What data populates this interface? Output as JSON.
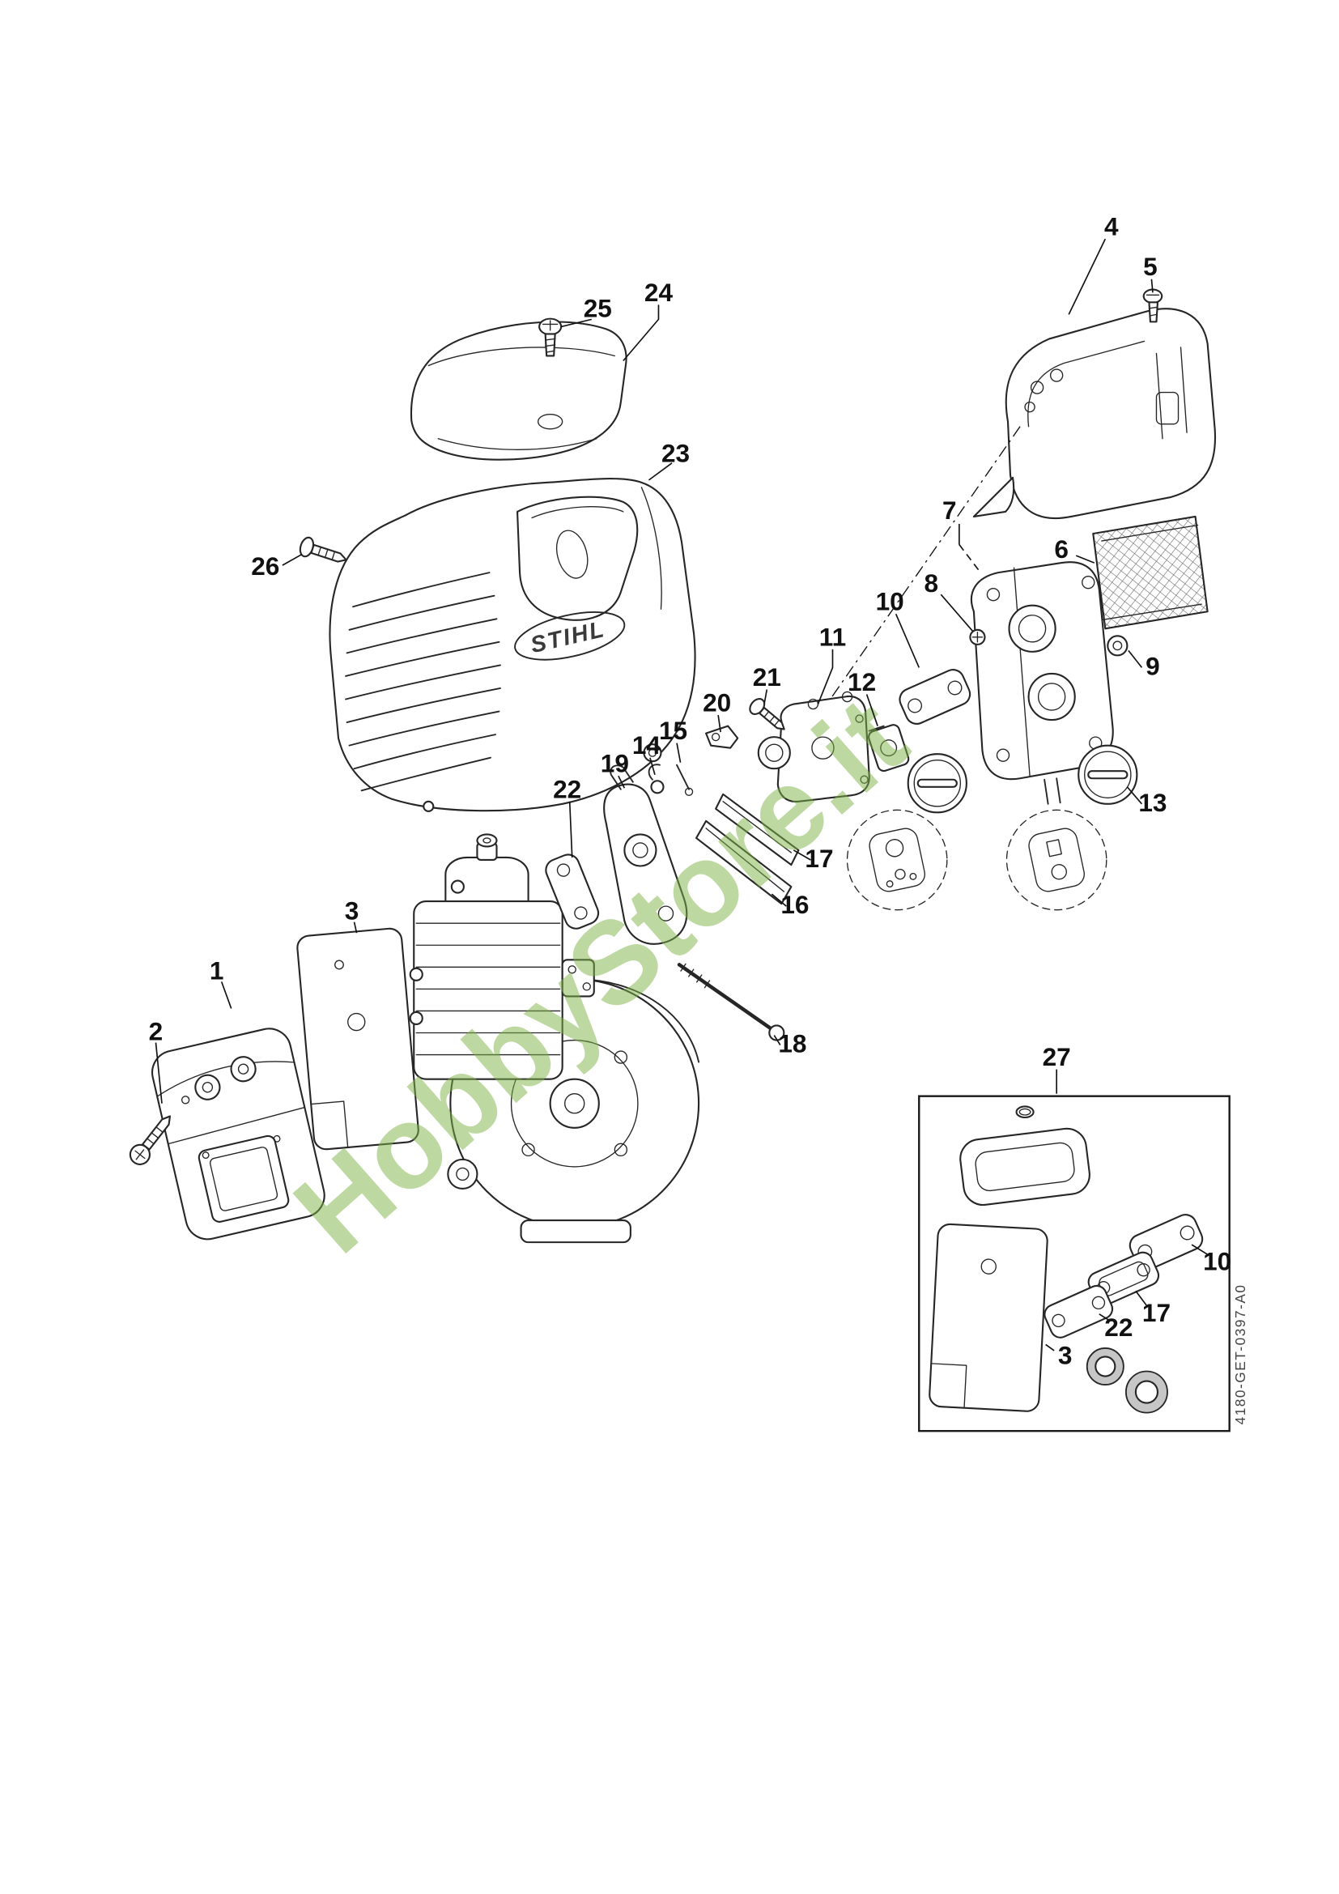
{
  "page": {
    "background_color": "#ffffff",
    "watermark_text": "HobbyStore.it",
    "watermark_color": "#7fb347",
    "doc_code": "4180-GET-0397-A0"
  },
  "diagram": {
    "brand_logo": "STIHL",
    "callouts": {
      "p1": "1",
      "p2": "2",
      "p3": "3",
      "p4": "4",
      "p5": "5",
      "p6": "6",
      "p7": "7",
      "p8": "8",
      "p9": "9",
      "p10": "10",
      "p11": "11",
      "p12": "12",
      "p13": "13",
      "p14": "14",
      "p15": "15",
      "p16": "16",
      "p17": "17",
      "p18": "18",
      "p19": "19",
      "p20": "20",
      "p21": "21",
      "p22": "22",
      "p23": "23",
      "p24": "24",
      "p25": "25",
      "p26": "26",
      "p27": "27"
    }
  }
}
